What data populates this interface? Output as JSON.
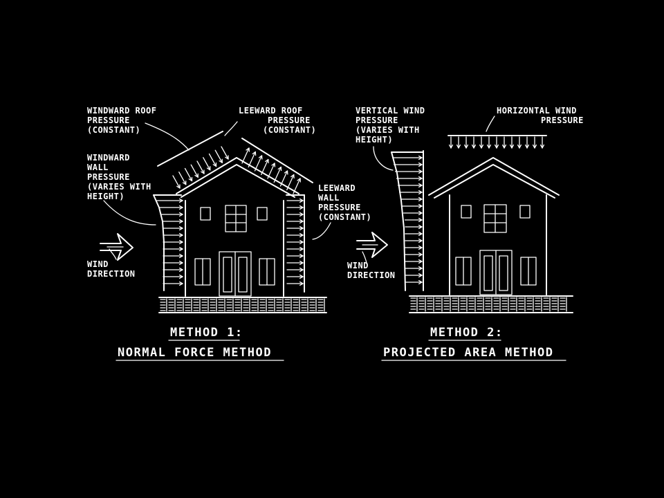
{
  "colors": {
    "background": "#000000",
    "ink": "#ffffff"
  },
  "method1": {
    "windward_roof": [
      "WINDWARD ROOF",
      "PRESSURE",
      "(CONSTANT)"
    ],
    "leeward_roof": [
      "LEEWARD ROOF",
      "PRESSURE",
      "(CONSTANT)"
    ],
    "windward_wall": [
      "WINDWARD",
      "WALL",
      "PRESSURE",
      "(VARIES WITH",
      "HEIGHT)"
    ],
    "leeward_wall": [
      "LEEWARD",
      "WALL",
      "PRESSURE",
      "(CONSTANT)"
    ],
    "wind": [
      "WIND",
      "DIRECTION"
    ],
    "title_line1": "METHOD 1:",
    "title_line2": "NORMAL FORCE METHOD"
  },
  "method2": {
    "vertical": [
      "VERTICAL WIND",
      "PRESSURE",
      "(VARIES WITH",
      "HEIGHT)"
    ],
    "horizontal": [
      "HORIZONTAL WIND",
      "PRESSURE"
    ],
    "wind": [
      "WIND",
      "DIRECTION"
    ],
    "title_line1": "METHOD 2:",
    "title_line2": "PROJECTED AREA METHOD"
  }
}
